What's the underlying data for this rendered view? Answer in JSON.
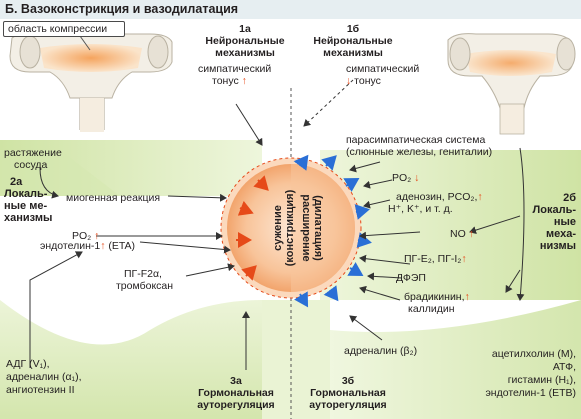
{
  "title": "Б. Вазоконстрикция и вазодилатация",
  "compression_label": "область компрессии",
  "neural_left": {
    "num": "1а",
    "title1": "Нейрональные",
    "title2": "механизмы",
    "tone_a": "симпатический",
    "tone_b": "тонус"
  },
  "neural_right": {
    "num": "1б",
    "title1": "Нейрональные",
    "title2": "механизмы",
    "tone_a": "симпатический",
    "tone_b": "тонус"
  },
  "parasympathetic": {
    "line1": "парасимпатическая система",
    "line2": "(слюнные железы, гениталии)"
  },
  "local_left": {
    "num": "2а",
    "title1": "Локаль-",
    "title2": "ные ме-",
    "title3": "ханизмы",
    "stretch1": "растяжение",
    "stretch2": "сосуда",
    "myogenic": "миогенная реакция",
    "po2": "PO₂",
    "endothelin": "эндотелин-1",
    "endothelin_rec": "(ETA)",
    "pgf": "ПГ-F2α,",
    "thromboxane": "тромбоксан"
  },
  "local_right": {
    "num": "2б",
    "title1": "Локаль-",
    "title2": "ные",
    "title3": "меха-",
    "title4": "низмы",
    "po2": "PO₂",
    "adenosine": "аденозин, PCO₂,",
    "ions": "H⁺, K⁺, и т. д.",
    "no": "NO",
    "pg": "ПГ-E₂, ПГ-I₂",
    "dfep": "ДФЭП",
    "bradykinin": "брадикинин,",
    "kallidin": "каллидин"
  },
  "circle": {
    "constriction1": "сужение",
    "constriction2": "(констрикция)",
    "dilation1": "расширение",
    "dilation2": "(дилатация)"
  },
  "hormonal_left": {
    "num": "3а",
    "title1": "Гормональная",
    "title2": "ауторегуляция",
    "items": [
      "АДГ (V₁),",
      "адреналин (α₁),",
      "ангиотензин II"
    ]
  },
  "hormonal_right": {
    "num": "3б",
    "title1": "Гормональная",
    "title2": "ауторегуляция",
    "adrenaline": "адреналин (β₂)",
    "items": [
      "ацетилхолин (M),",
      "АТФ,",
      "гистамин (H₁),",
      "эндотелин-1 (ETB)"
    ]
  },
  "colors": {
    "header_bg": "#e6eef1",
    "green": "#cfe3a4",
    "orange_ring": "#f6b685",
    "accent_red": "#e64a19",
    "blue_arrow": "#2a6fd6"
  }
}
